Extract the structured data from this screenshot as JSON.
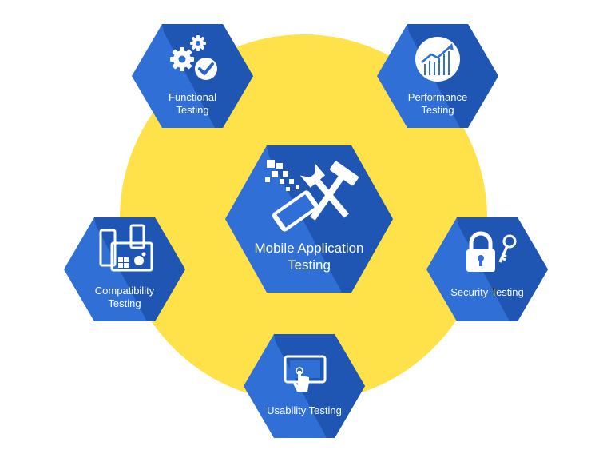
{
  "colors": {
    "circle": "#ffe14a",
    "hex_light": "#2f6fd6",
    "hex_dark": "#1f56b4",
    "text": "#ffffff"
  },
  "nodes": {
    "central": {
      "lines": [
        "Mobile Application",
        "Testing"
      ],
      "icon": "phone-hammer-wrench-icon"
    },
    "functional": {
      "lines": [
        "Functional",
        "Testing"
      ],
      "icon": "gears-check-icon"
    },
    "performance": {
      "lines": [
        "Performance",
        "Testing"
      ],
      "icon": "growth-chart-icon"
    },
    "compatibility": {
      "lines": [
        "Compatibility",
        "Testing"
      ],
      "icon": "devices-os-icon"
    },
    "security": {
      "lines": [
        "Security Testing"
      ],
      "icon": "padlock-key-icon"
    },
    "usability": {
      "lines": [
        "Usability Testing"
      ],
      "icon": "tablet-touch-icon"
    }
  }
}
